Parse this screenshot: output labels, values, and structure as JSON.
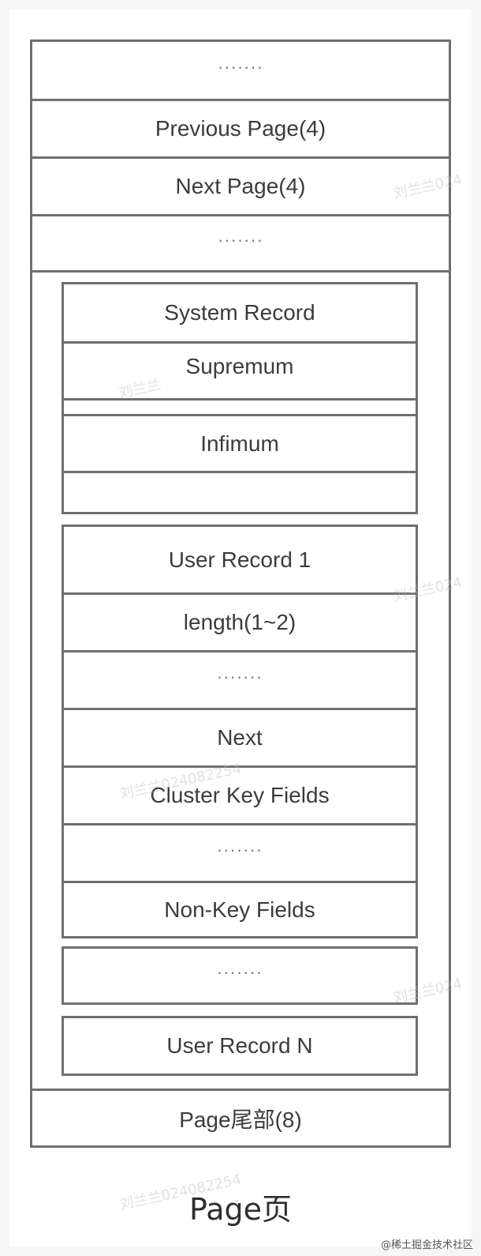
{
  "page": {
    "rows": [
      {
        "id": "dots-top",
        "label": "·······",
        "dots": true
      },
      {
        "id": "previous-page",
        "label": "Previous Page(4)"
      },
      {
        "id": "next-page",
        "label": "Next Page(4)"
      },
      {
        "id": "dots-header",
        "label": "·······",
        "dots": true
      }
    ],
    "system_record": {
      "header": "System Record",
      "supremum": "Supremum",
      "infimum": "Infimum"
    },
    "user_record": {
      "header": "User Record 1",
      "length": "length(1~2)",
      "dots1": "·······",
      "next": "Next",
      "cluster": "Cluster Key Fields",
      "dots2": "·······",
      "nonkey": "Non-Key Fields"
    },
    "dots_between": "·······",
    "user_record_n": "User Record N",
    "trailer": "Page尾部(8)",
    "caption": "Page页"
  },
  "watermarks": [
    "刘兰兰024",
    "刘兰兰",
    "刘兰兰024",
    "刘兰兰024082254",
    "刘兰兰024",
    "刘兰兰024082254"
  ],
  "footer_credit": "@稀土掘金技术社区"
}
